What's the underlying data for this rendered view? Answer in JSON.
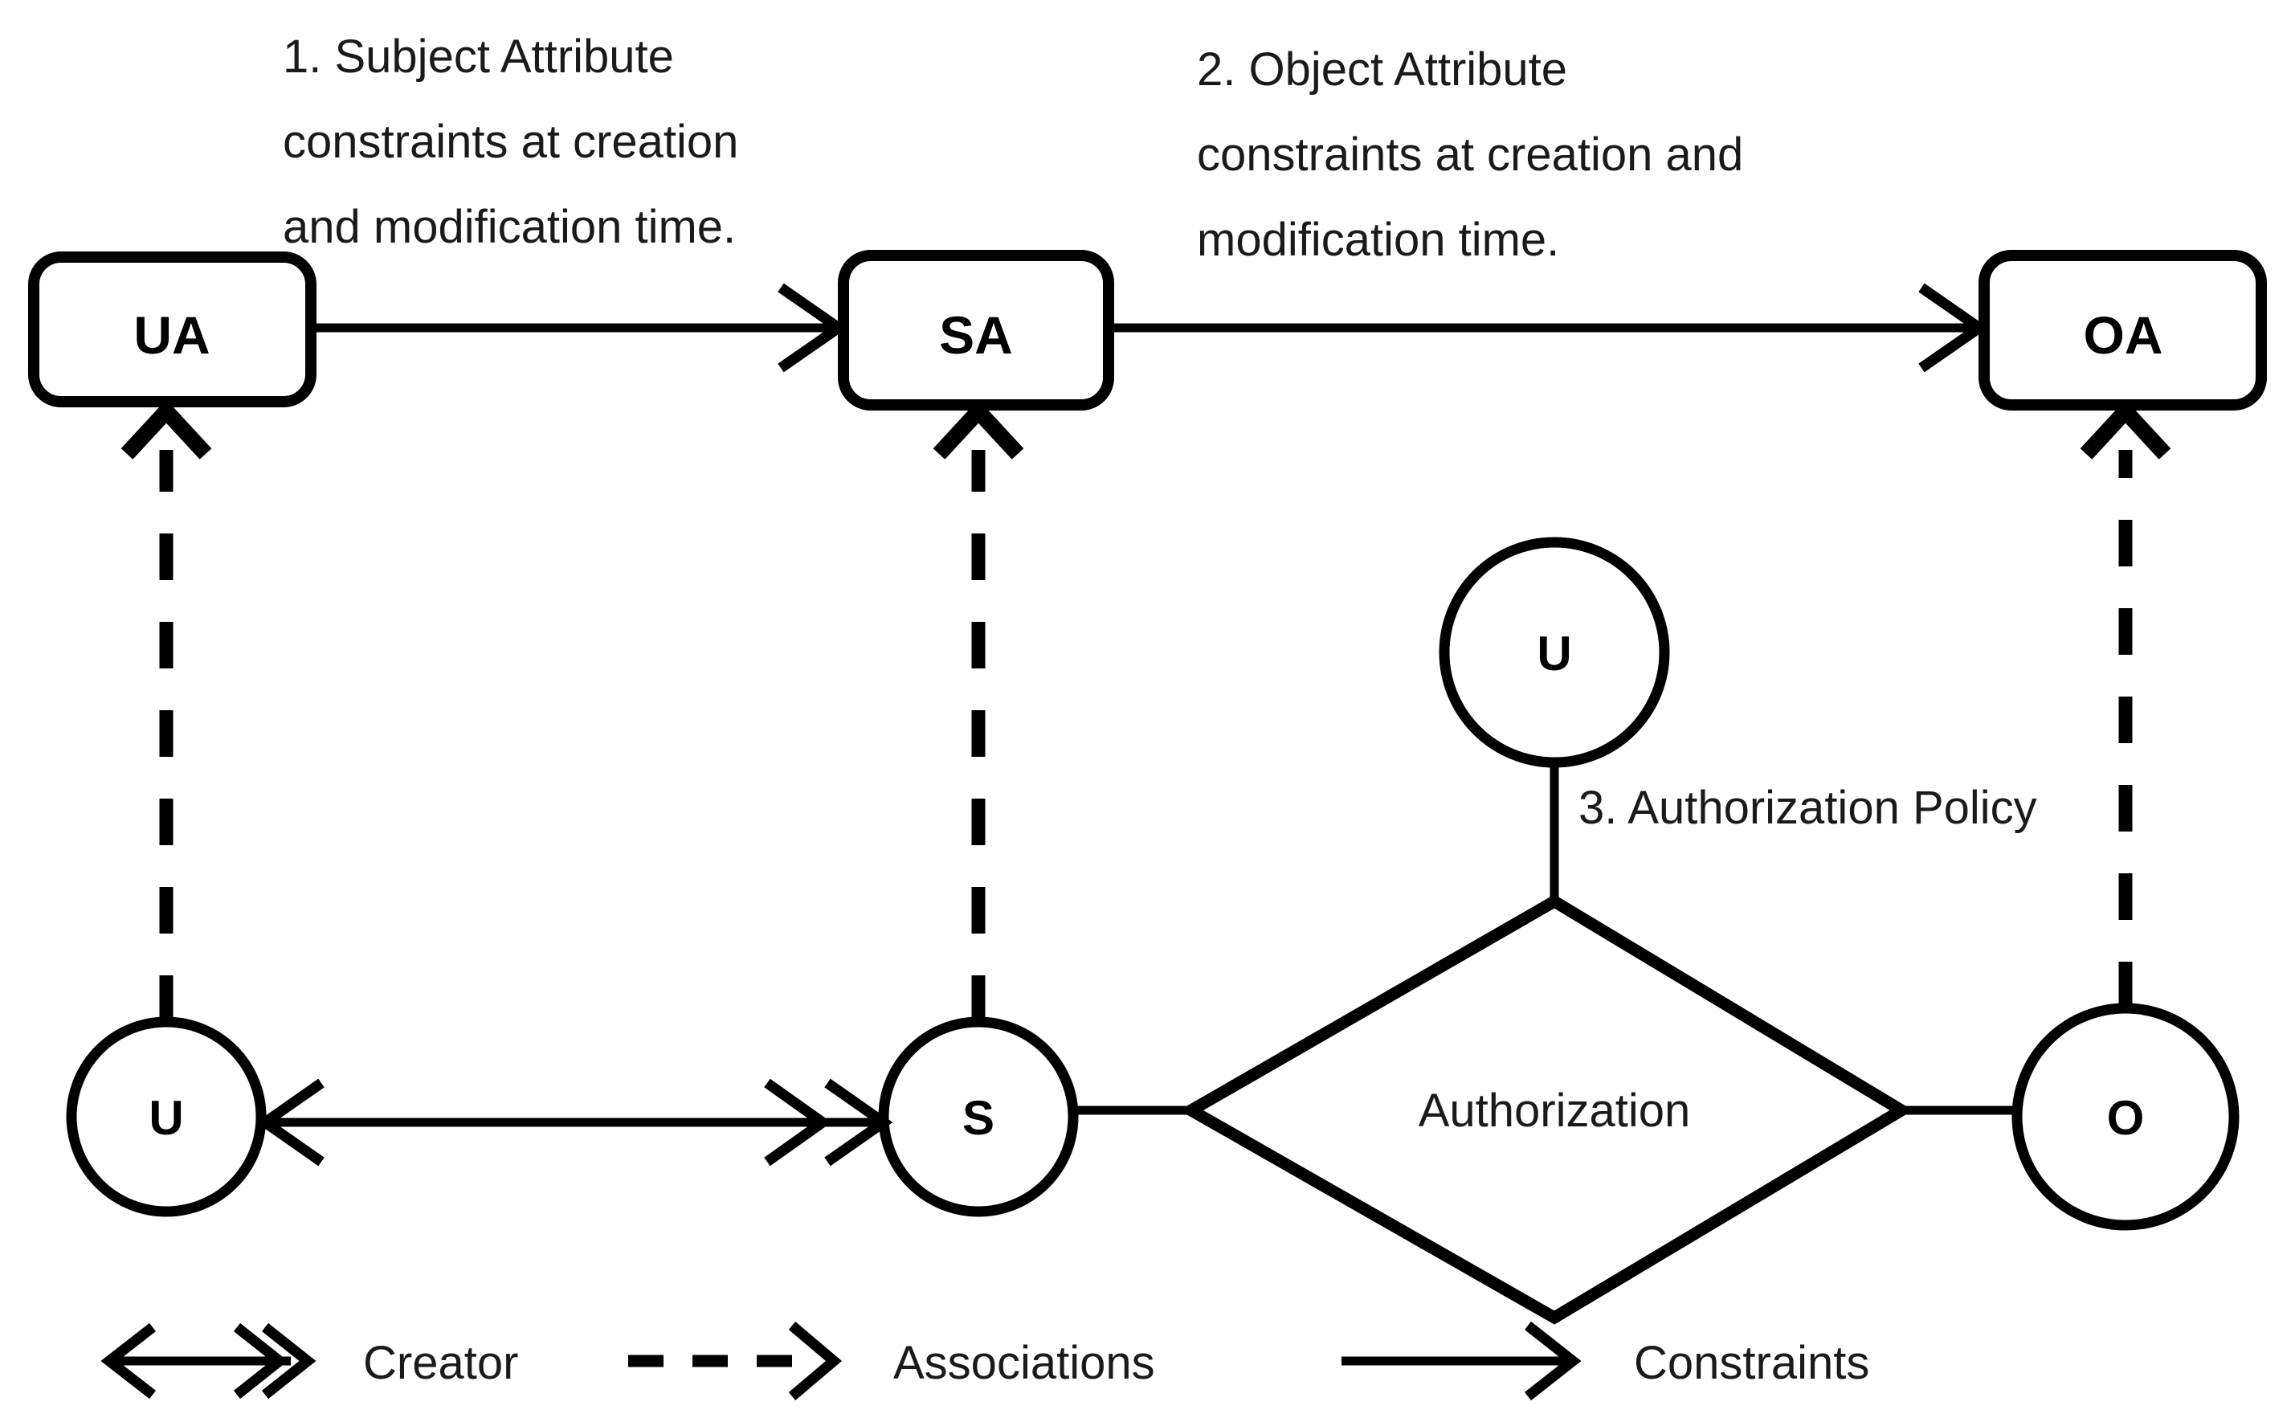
{
  "diagram": {
    "title_nodes": {
      "ua": "UA",
      "sa": "SA",
      "oa": "OA"
    },
    "entities": {
      "user_left": "U",
      "user_mid": "U",
      "subject": "S",
      "object": "O"
    },
    "relationship": {
      "authorization": "Authorization"
    },
    "annotations": {
      "note1_line1": "1. Subject Attribute",
      "note1_line2": "constraints at creation",
      "note1_line3": "and modification time.",
      "note2_line1": "2. Object Attribute",
      "note2_line2": "constraints at creation and",
      "note2_line3": "modification time.",
      "note3": "3. Authorization Policy"
    },
    "legend": {
      "creator": "Creator",
      "associations": "Associations",
      "constraints": "Constraints"
    },
    "colors": {
      "stroke": "#000000",
      "text": "#1a1a1a",
      "background": "#ffffff"
    },
    "icons": {
      "creator_marker": "double-chevron-bidirectional-arrow-icon",
      "associations_marker": "dashed-arrow-icon",
      "constraints_marker": "solid-arrow-icon"
    }
  }
}
